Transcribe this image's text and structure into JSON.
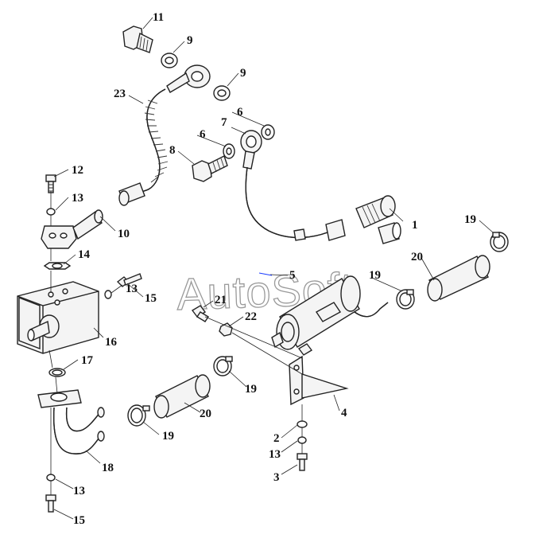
{
  "watermark": "AutoSoft",
  "callouts": {
    "c1": "1",
    "c2": "2",
    "c3": "3",
    "c4": "4",
    "c5": "5",
    "c6a": "6",
    "c6b": "6",
    "c7": "7",
    "c8": "8",
    "c9a": "9",
    "c9b": "9",
    "c10": "10",
    "c11": "11",
    "c12": "12",
    "c13a": "13",
    "c13b": "13",
    "c13c": "13",
    "c13d": "13",
    "c14": "14",
    "c15a": "15",
    "c15b": "15",
    "c16": "16",
    "c17": "17",
    "c18": "18",
    "c19a": "19",
    "c19b": "19",
    "c19c": "19",
    "c19d": "19",
    "c20a": "20",
    "c20b": "20",
    "c21": "21",
    "c22": "22",
    "c23": "23"
  }
}
